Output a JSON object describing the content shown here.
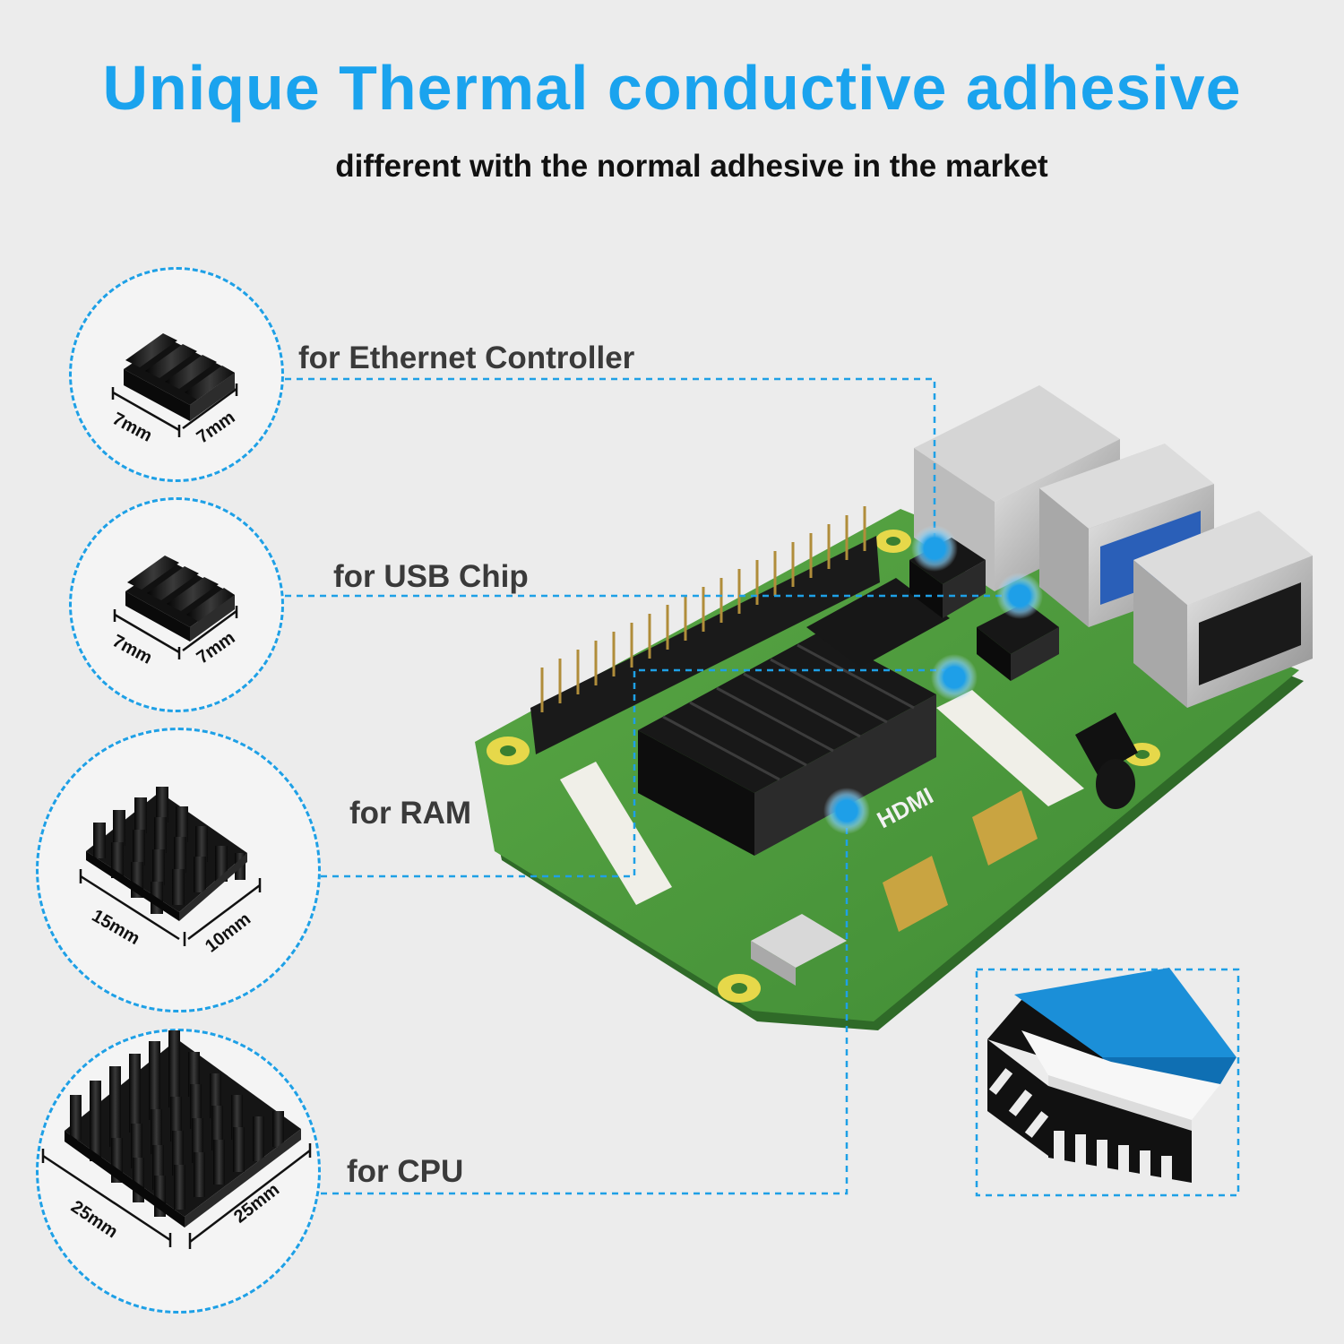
{
  "header": {
    "title": "Unique Thermal conductive adhesive",
    "subtitle": "different with the normal adhesive in the market"
  },
  "colors": {
    "accent": "#1ea0e6",
    "title": "#1aa3ee",
    "board": "#4f9a3e",
    "heatsink": "#1c1c1c",
    "background": "#ececec"
  },
  "heatsinks": [
    {
      "label": "for Ethernet Controller",
      "dim_a": "7mm",
      "dim_b": "7mm"
    },
    {
      "label": "for USB Chip",
      "dim_a": "7mm",
      "dim_b": "7mm"
    },
    {
      "label": "for RAM",
      "dim_a": "15mm",
      "dim_b": "10mm"
    },
    {
      "label": "for CPU",
      "dim_a": "25mm",
      "dim_b": "25mm"
    }
  ],
  "board_markings": {
    "hdmi": "HDMI"
  }
}
